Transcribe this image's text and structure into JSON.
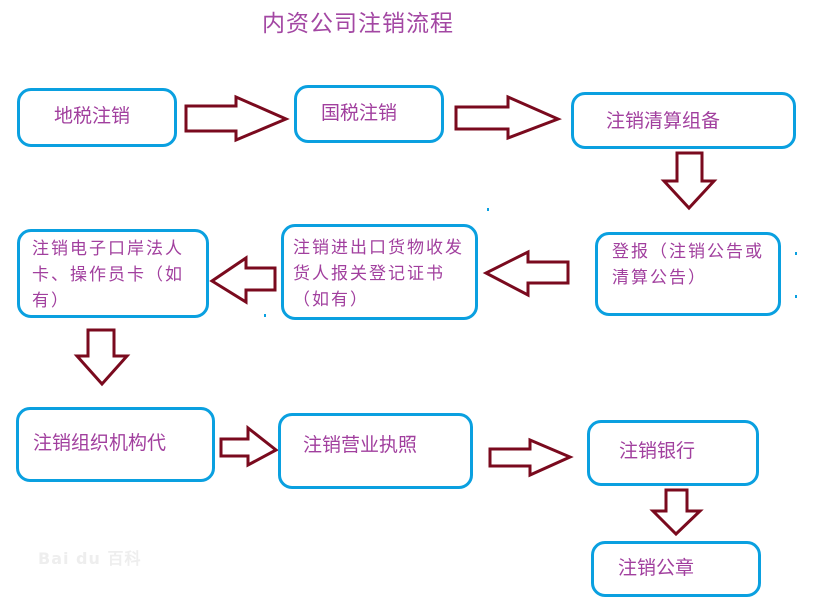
{
  "title": "内资公司注销流程",
  "colors": {
    "box_border": "#0aa0e0",
    "text": "#a13f9e",
    "arrow": "#7a0a1e",
    "title": "#a347a3"
  },
  "steps": [
    {
      "id": 1,
      "label": "地税注销"
    },
    {
      "id": 2,
      "label": "国税注销"
    },
    {
      "id": 3,
      "label": "注销清算组备"
    },
    {
      "id": 4,
      "label": "登报（注销公告或清算公告）"
    },
    {
      "id": 5,
      "label": "注销进出口货物收发货人报关登记证书（如有）"
    },
    {
      "id": 6,
      "label": "注销电子口岸法人卡、操作员卡（如有）"
    },
    {
      "id": 7,
      "label": "注销组织机构代"
    },
    {
      "id": 8,
      "label": "注销营业执照"
    },
    {
      "id": 9,
      "label": "注销银行"
    },
    {
      "id": 10,
      "label": "注销公章"
    }
  ],
  "flow": [
    {
      "from": 1,
      "to": 2,
      "direction": "right"
    },
    {
      "from": 2,
      "to": 3,
      "direction": "right"
    },
    {
      "from": 3,
      "to": 4,
      "direction": "down"
    },
    {
      "from": 4,
      "to": 5,
      "direction": "left"
    },
    {
      "from": 5,
      "to": 6,
      "direction": "left"
    },
    {
      "from": 6,
      "to": 7,
      "direction": "down"
    },
    {
      "from": 7,
      "to": 8,
      "direction": "right"
    },
    {
      "from": 8,
      "to": 9,
      "direction": "right"
    },
    {
      "from": 9,
      "to": 10,
      "direction": "down"
    }
  ],
  "watermark": "Bai du 百科"
}
